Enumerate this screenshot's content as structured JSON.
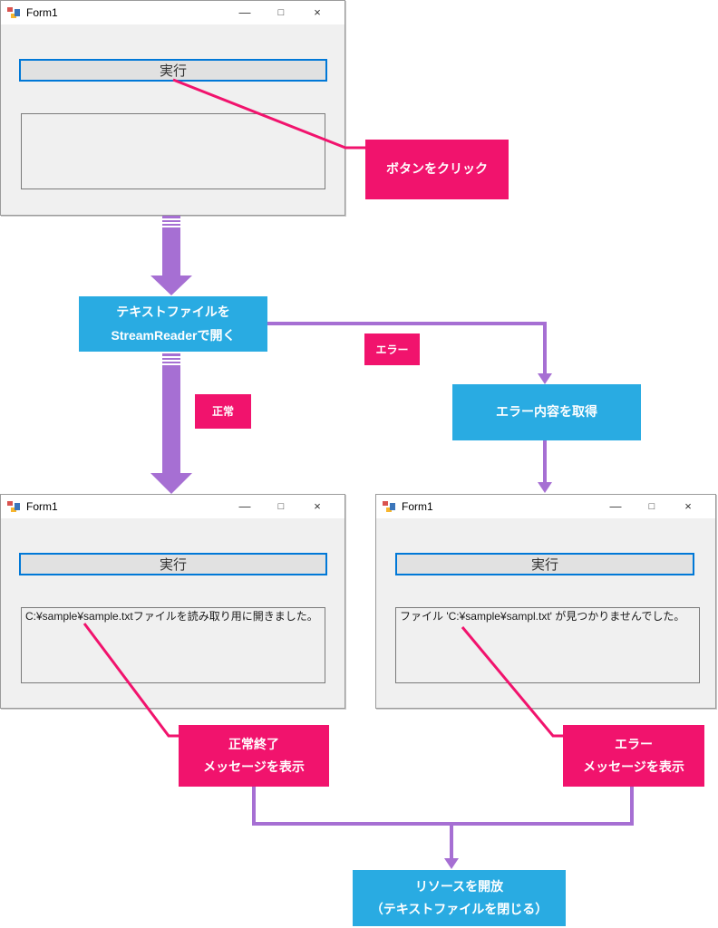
{
  "colors": {
    "accent_pink": "#F1136D",
    "accent_blue": "#29ABE2",
    "accent_purple": "#A66FD3",
    "window_bg": "#F0F0F0",
    "titlebar_bg": "#FFFFFF",
    "button_border": "#0078D7"
  },
  "icons": {
    "minimize": "—",
    "maximize": "□",
    "close": "×"
  },
  "windows": {
    "initial": {
      "title": "Form1",
      "button_label": "実行",
      "textbox_text": ""
    },
    "success": {
      "title": "Form1",
      "button_label": "実行",
      "textbox_text": "C:¥sample¥sample.txtファイルを読み取り用に開きました。"
    },
    "error": {
      "title": "Form1",
      "button_label": "実行",
      "textbox_text": "ファイル 'C:¥sample¥sampl.txt' が見つかりませんでした。"
    }
  },
  "flow": {
    "click_label": "ボタンをクリック",
    "open_step_line1": "テキストファイルを",
    "open_step_line2": "StreamReaderで開く",
    "normal_label": "正常",
    "error_label": "エラー",
    "get_error_step": "エラー内容を取得",
    "success_msg_line1": "正常終了",
    "success_msg_line2": "メッセージを表示",
    "error_msg_line1": "エラー",
    "error_msg_line2": "メッセージを表示",
    "release_step_line1": "リソースを開放",
    "release_step_line2": "（テキストファイルを閉じる）"
  }
}
